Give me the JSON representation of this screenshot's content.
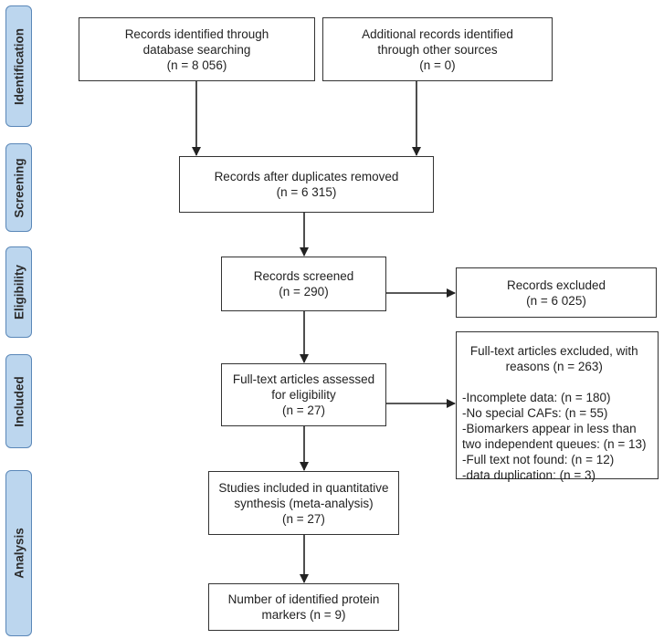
{
  "phases": [
    {
      "key": "identification",
      "label": "Identification"
    },
    {
      "key": "screening",
      "label": "Screening"
    },
    {
      "key": "eligibility",
      "label": "Eligibility"
    },
    {
      "key": "included",
      "label": "Included"
    },
    {
      "key": "analysis",
      "label": "Analysis"
    }
  ],
  "boxes": {
    "database": "Records identified through\ndatabase searching\n(n = 8 056)",
    "other_sources": "Additional records identified\nthrough other sources\n(n = 0)",
    "duplicates_removed": "Records after duplicates removed\n(n = 6 315)",
    "screened": "Records screened\n(n = 290)",
    "excluded": "Records excluded\n(n = 6 025)",
    "fulltext_assessed": "Full-text articles assessed\nfor eligibility\n(n = 27)",
    "fulltext_excluded_heading": "Full-text articles excluded, with\nreasons (n = 263)",
    "fulltext_excluded_reasons": "-Incomplete data: (n = 180)\n-No special CAFs: (n = 55)\n-Biomarkers appear in less than\ntwo independent queues: (n = 13)\n-Full text not found: (n = 12)\n-data duplication: (n = 3)",
    "quantitative": "Studies included in quantitative\nsynthesis (meta-analysis)\n(n = 27)",
    "protein_markers": "Number of identified protein\nmarkers (n = 9)"
  },
  "colors": {
    "phase_fill": "#bcd6ee",
    "phase_border": "#5a87b8",
    "box_border": "#333333",
    "arrow": "#222222"
  }
}
